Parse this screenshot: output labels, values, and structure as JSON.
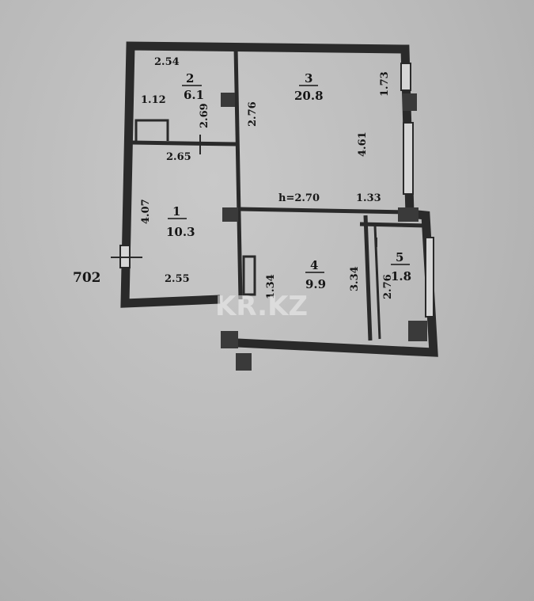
{
  "unit_label": "702",
  "watermark": "KR.KZ",
  "rooms": [
    {
      "number": "1",
      "area": "10.3"
    },
    {
      "number": "2",
      "area": "6.1"
    },
    {
      "number": "3",
      "area": "20.8"
    },
    {
      "number": "4",
      "area": "9.9"
    },
    {
      "number": "5",
      "area": "1.8"
    }
  ],
  "dimensions": {
    "r2_top": "2.54",
    "r2_left": "1.12",
    "r2_inner": "2.69",
    "r2_bottom": "2.65",
    "r3_left": "2.76",
    "r3_right_top": "1.73",
    "r3_right": "4.61",
    "r3_height": "h=2.70",
    "r3_bottom": "1.33",
    "r1_left": "4.07",
    "r1_bottom": "2.55",
    "r4_left": "1.34",
    "r4_right": "3.34",
    "r5_left": "2.76"
  }
}
